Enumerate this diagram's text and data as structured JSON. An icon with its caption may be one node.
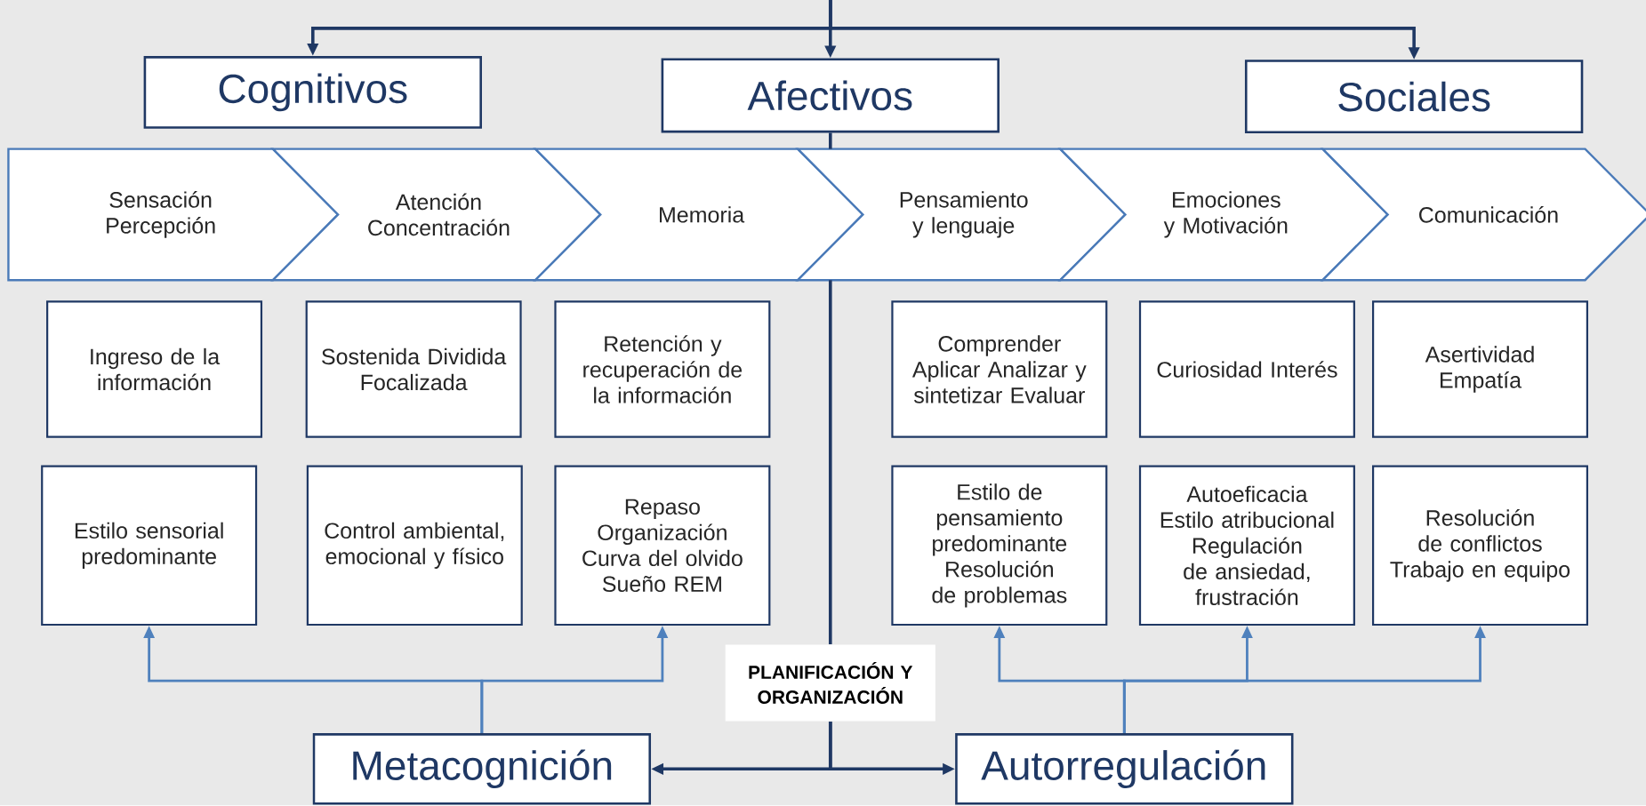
{
  "diagram": {
    "nodes": [
      {
        "text": [
          "Cognitivos"
        ]
      },
      {
        "text": [
          "Afectivos"
        ]
      },
      {
        "text": [
          "Sociales"
        ]
      },
      {
        "text": [
          "Sensación Percepción"
        ]
      },
      {
        "text": [
          "Atención Concentración"
        ]
      },
      {
        "text": [
          "Memoria"
        ]
      },
      {
        "text": [
          "Pensamiento y lenguaje"
        ]
      },
      {
        "text": [
          "Emociones y Motivación"
        ]
      },
      {
        "text": [
          "Comunicación"
        ]
      },
      {
        "text": [
          "Ingreso de la información"
        ]
      },
      {
        "text": [
          "Sostenida Dividida Focalizada"
        ]
      },
      {
        "text": [
          "Retención y recuperación de la información"
        ]
      },
      {
        "text": [
          "Comprender Aplicar Analizar y sintetizar Evaluar"
        ]
      },
      {
        "text": [
          "Curiosidad Interés"
        ]
      },
      {
        "text": [
          "Asertividad Empatía"
        ]
      },
      {
        "text": [
          "Estilo sensorial predominante"
        ]
      },
      {
        "text": [
          "Control ambiental, emocional y físico"
        ]
      },
      {
        "text": [
          "Repaso Organización Curva del olvido Sueño REM"
        ]
      },
      {
        "text": [
          "Estilo de pensamiento predominante Resolución de problemas"
        ]
      },
      {
        "text": [
          "Autoeficacia Estilo atribucional Regulación de ansiedad, frustración"
        ]
      },
      {
        "text": [
          "Resolución de conflictos Trabajo en equipo"
        ]
      },
      {
        "text": [
          "PLANIFICACIÓN Y ORGANIZACIÓN"
        ]
      },
      {
        "text": [
          "Metacognición"
        ]
      },
      {
        "text": [
          "Autorregulación"
        ]
      }
    ],
    "edges": [
      {
        "from": null,
        "to": 0,
        "arrow": "to"
      },
      {
        "from": null,
        "to": 1,
        "arrow": "to"
      },
      {
        "from": null,
        "to": 2,
        "arrow": "to"
      },
      {
        "from": 1,
        "to": 6,
        "arrow": "none"
      },
      {
        "from": 6,
        "to": 21,
        "arrow": "none"
      },
      {
        "from": 21,
        "to": 22,
        "arrow": "to"
      },
      {
        "from": 21,
        "to": 23,
        "arrow": "to"
      },
      {
        "from": 22,
        "to": 15,
        "arrow": "to",
        "color": "#4f81bd"
      },
      {
        "from": 22,
        "to": 17,
        "arrow": "to",
        "color": "#4f81bd"
      },
      {
        "from": 23,
        "to": 18,
        "arrow": "to",
        "color": "#4f81bd"
      },
      {
        "from": 23,
        "to": 19,
        "arrow": "to",
        "color": "#4f81bd"
      },
      {
        "from": 23,
        "to": 20,
        "arrow": "to",
        "color": "#4f81bd"
      }
    ]
  }
}
